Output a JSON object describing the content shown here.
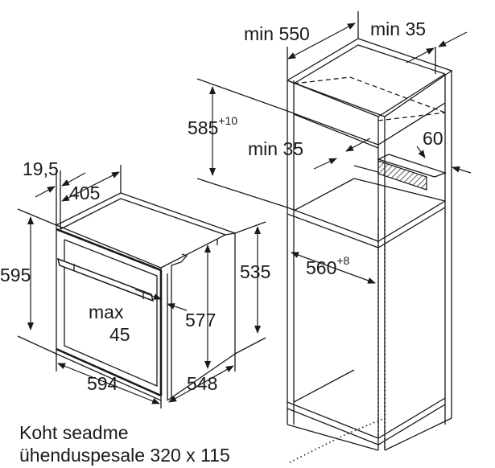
{
  "dimensions": {
    "niche_width": "min 550",
    "niche_side_gap": "min 35",
    "niche_height": "585",
    "niche_height_tol": "+10",
    "shelf_gap": "min 35",
    "vent_opening": "60",
    "niche_depth": "560",
    "niche_depth_tol": "+8",
    "oven_frame_depth": "19,5",
    "oven_depth_top": "405",
    "oven_height": "595",
    "oven_body_height": "535",
    "oven_inner_height": "577",
    "handle_gap_line1": "max",
    "handle_gap_line2": "45",
    "oven_width": "594",
    "oven_body_depth": "548"
  },
  "caption": {
    "line1": "Koht seadme",
    "line2": "ühenduspesale 320 x 115"
  }
}
